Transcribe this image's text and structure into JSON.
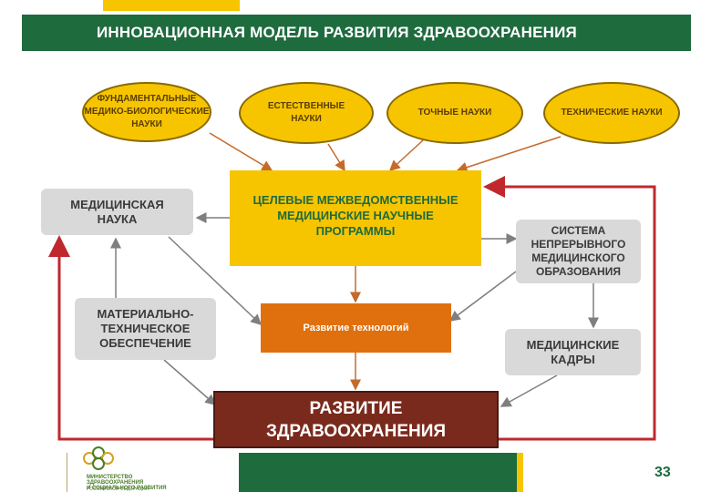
{
  "title": "ИННОВАЦИОННАЯ МОДЕЛЬ РАЗВИТИЯ ЗДРАВООХРАНЕНИЯ",
  "sciences": {
    "fundamental": "ФУНДАМЕНТАЛЬНЫЕ\nМЕДИКО-БИОЛОГИЧЕСКИЕ\nНАУКИ",
    "natural": "ЕСТЕСТВЕННЫЕ\nНАУКИ",
    "exact": "ТОЧНЫЕ НАУКИ",
    "technical": "ТЕХНИЧЕСКИЕ НАУКИ"
  },
  "left": {
    "medical_science": "МЕДИЦИНСКАЯ\nНАУКА",
    "material_support": "МАТЕРИАЛЬНО-\nТЕХНИЧЕСКОЕ\nОБЕСПЕЧЕНИЕ"
  },
  "center": {
    "programs": "ЦЕЛЕВЫЕ МЕЖВЕДОМСТВЕННЫЕ\nМЕДИЦИНСКИЕ НАУЧНЫЕ\nПРОГРАММЫ",
    "technology": "Развитие технологий",
    "healthcare": "РАЗВИТИЕ\nЗДРАВООХРАНЕНИЯ"
  },
  "right": {
    "education": "СИСТЕМА\nНЕПРЕРЫВНОГО\nМЕДИЦИНСКОГО\nОБРАЗОВАНИЯ",
    "personnel": "МЕДИЦИНСКИЕ\nКАДРЫ"
  },
  "footer": {
    "ministry": "МИНИСТЕРСТВО\nЗДРАВООХРАНЕНИЯ\nИ СОЦИАЛЬНОГО РАЗВИТИЯ",
    "ministry_sub": "РОССИЙСКОЙ ФЕДЕРАЦИИ",
    "page_number": "33"
  },
  "colors": {
    "green": "#1e6b3e",
    "yellow": "#f6c500",
    "orange": "#e0700e",
    "maroon": "#7a2a1d",
    "red_arrow": "#c0282d",
    "gray_box": "#d9d9d9"
  }
}
